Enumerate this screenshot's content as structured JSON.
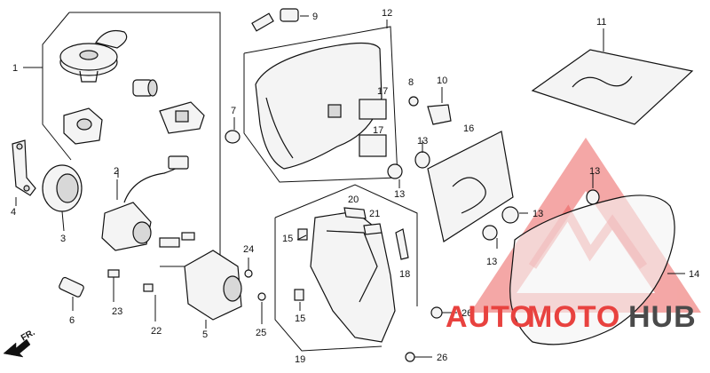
{
  "diagram": {
    "part_numbers": [
      "1",
      "2",
      "3",
      "4",
      "5",
      "6",
      "7",
      "8",
      "9",
      "10",
      "11",
      "12",
      "13",
      "13",
      "13",
      "13",
      "13",
      "14",
      "15",
      "15",
      "16",
      "17",
      "17",
      "18",
      "19",
      "20",
      "21",
      "22",
      "23",
      "24",
      "25",
      "26",
      "26"
    ],
    "direction_marker": "FR.",
    "watermark": {
      "word_auto": "AUTO",
      "word_moto": "MOTO",
      "word_hub": "HUB",
      "color_red": "#e8423f",
      "color_dark": "#4a4a4a"
    },
    "line_color": "#111111"
  }
}
